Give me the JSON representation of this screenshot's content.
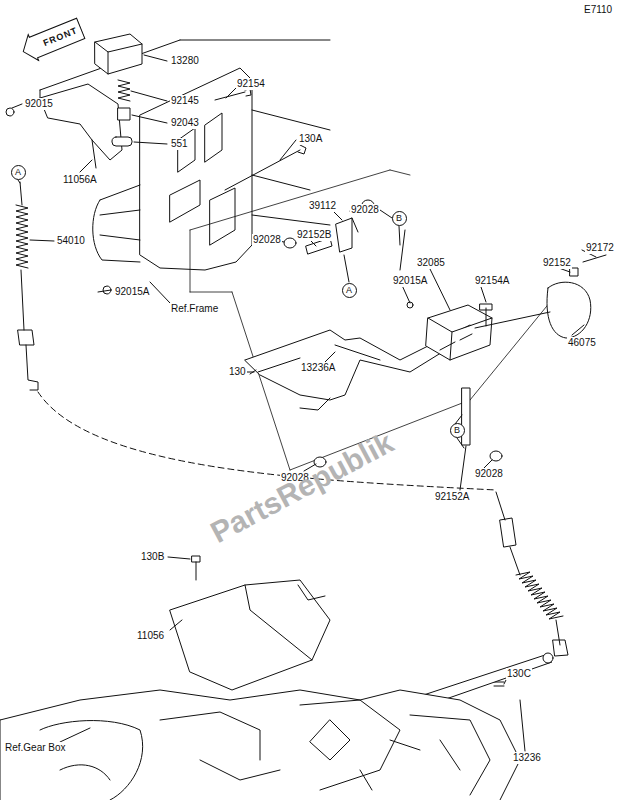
{
  "diagram": {
    "nodes": [
      {
        "text": [
          "FRONT"
        ]
      },
      {
        "text": [
          "A"
        ]
      },
      {
        "text": [
          "A"
        ]
      },
      {
        "text": [
          "B"
        ]
      },
      {
        "text": [
          "B"
        ]
      }
    ],
    "labels": [
      "E7110",
      "13280",
      "92145",
      "92043",
      "551",
      "92015",
      "11056A",
      "92154",
      "130A",
      "54010",
      "92015A",
      "Ref.Frame",
      "39112",
      "92028",
      "92028",
      "92152B",
      "92015A",
      "32085",
      "92154A",
      "92172",
      "92152",
      "46075",
      "130",
      "13236A",
      "92028",
      "92152A",
      "92028",
      "130B",
      "11056",
      "130C",
      "13236",
      "Ref.Gear Box",
      "PartsRepublik"
    ]
  }
}
